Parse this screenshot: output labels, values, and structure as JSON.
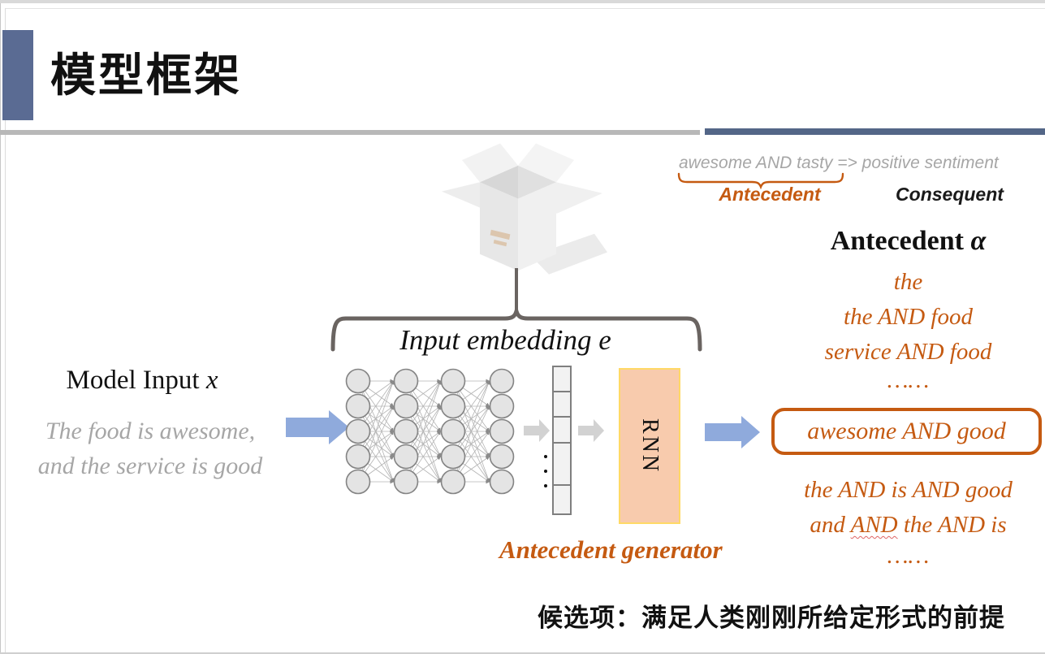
{
  "slide": {
    "title": "模型框架",
    "rule_example": {
      "expression": "awesome AND tasty => positive sentiment",
      "antecedent_label": "Antecedent",
      "consequent_label": "Consequent"
    },
    "model_input": {
      "heading_text": "Model Input ",
      "heading_var": "x",
      "example_line1": "The food is awesome,",
      "example_line2": "and the service is good"
    },
    "embedding_label": {
      "text": "Input embedding ",
      "var": "e"
    },
    "rnn_label": "RNN",
    "generator_label": "Antecedent generator",
    "antecedent_output": {
      "heading_text": "Antecedent ",
      "heading_var": "α",
      "candidates_top": [
        "the",
        "the AND food",
        "service AND food",
        "……"
      ],
      "selected_candidate": "awesome AND good",
      "candidate_bottom1": "the AND is AND good",
      "candidate_bottom2": {
        "pre": "and ",
        "misspelled": "AND",
        "post": " the AND is"
      },
      "ellipsis_bottom": "……"
    },
    "caption": "候选项：满足人类刚刚所给定形式的前提",
    "colors": {
      "accent_blue": "#5a6b93",
      "divider_blue": "#536687",
      "divider_gray": "#b8b8b8",
      "orange": "#c55a11",
      "gray_text": "#a6a6a6",
      "arrow_blue": "#8faadc",
      "arrow_gray": "#d2d2d2",
      "rnn_fill": "#f8cbad",
      "rnn_border": "#ffd966"
    }
  }
}
